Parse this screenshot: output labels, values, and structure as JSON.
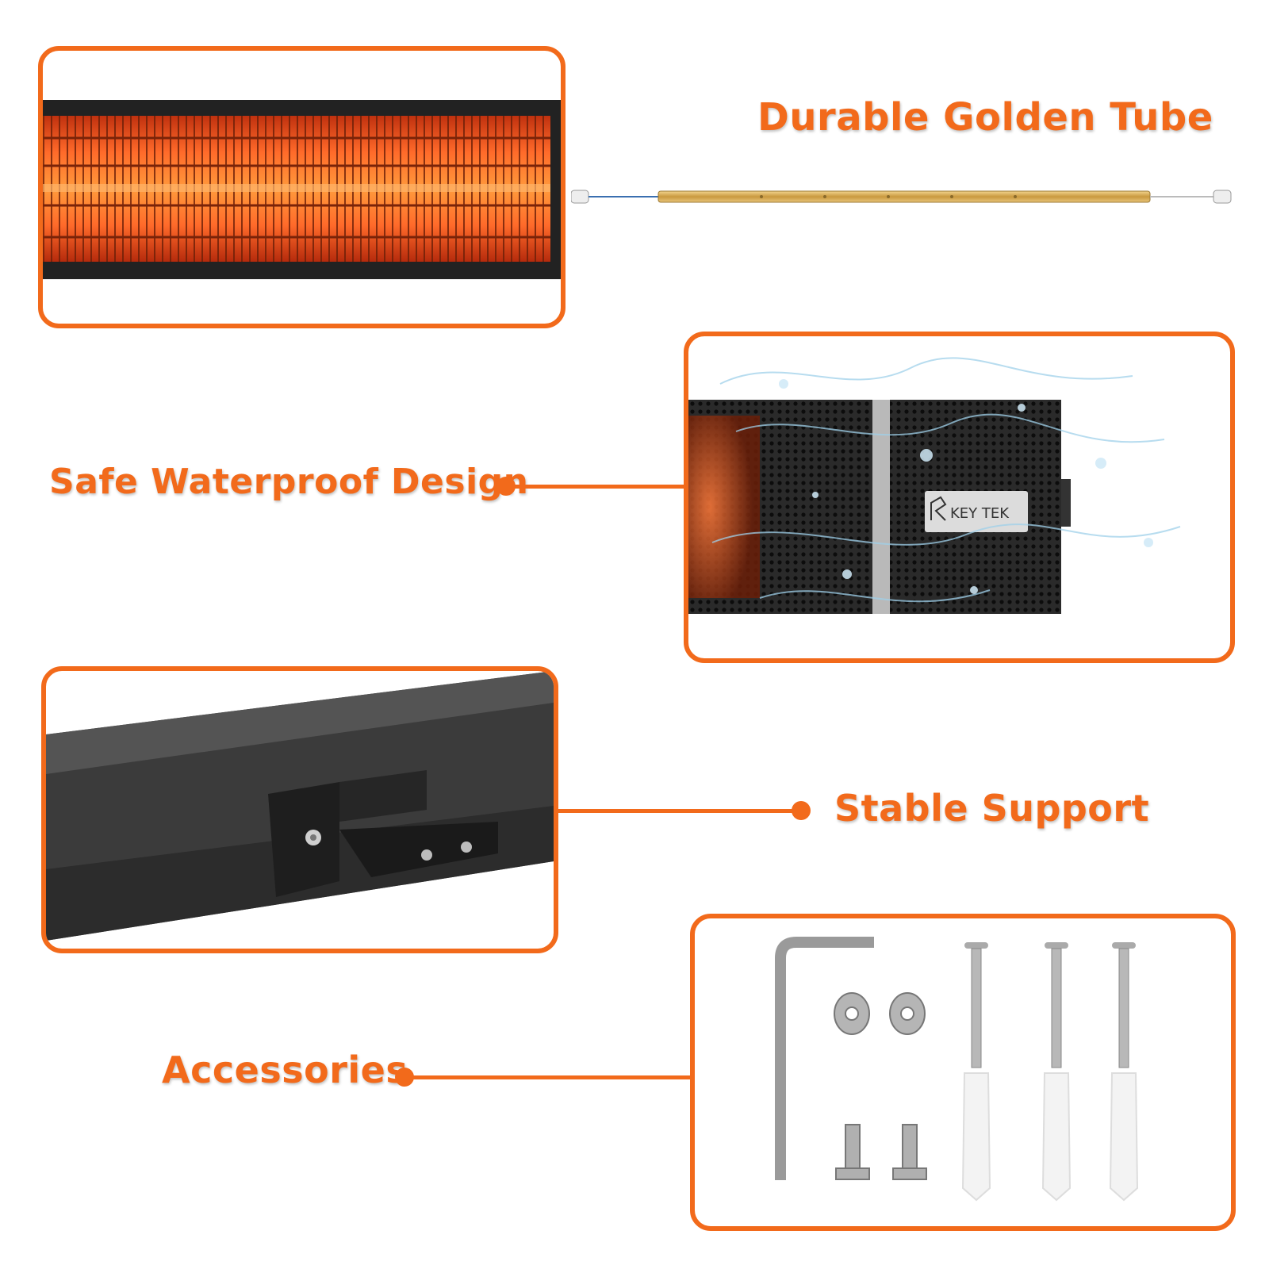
{
  "features": {
    "tube": {
      "title": "Durable Golden Tube"
    },
    "waterproof": {
      "title": "Safe Waterproof Design"
    },
    "support": {
      "title": "Stable Support"
    },
    "accessories": {
      "title": "Accessories"
    }
  },
  "brand": {
    "name": "KEY TEK"
  },
  "colors": {
    "accent": "#f26a1b",
    "heater_body": "#2b2b2b",
    "glow": "#ff5a1a",
    "gold": "#d9b15c"
  }
}
